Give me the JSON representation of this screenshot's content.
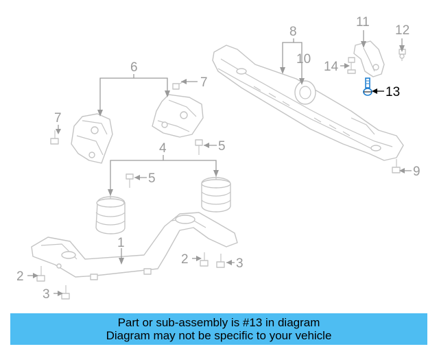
{
  "diagram": {
    "labels": {
      "l1": "1",
      "l2a": "2",
      "l2b": "2",
      "l3a": "3",
      "l3b": "3",
      "l4": "4",
      "l5a": "5",
      "l5b": "5",
      "l6": "6",
      "l7a": "7",
      "l7b": "7",
      "l8": "8",
      "l9": "9",
      "l10": "10",
      "l11": "11",
      "l12": "12",
      "l13": "13",
      "l14": "14"
    },
    "highlight_part": "13",
    "colors": {
      "line": "#c4c4c4",
      "callout": "#9a9a9a",
      "highlight_text": "#000000",
      "highlight_part": "#1e7fd0",
      "banner_bg": "#4ebdf2"
    }
  },
  "banner": {
    "line1": "Part or sub-assembly is #13 in diagram",
    "line2": "Diagram may not be specific to your vehicle"
  }
}
